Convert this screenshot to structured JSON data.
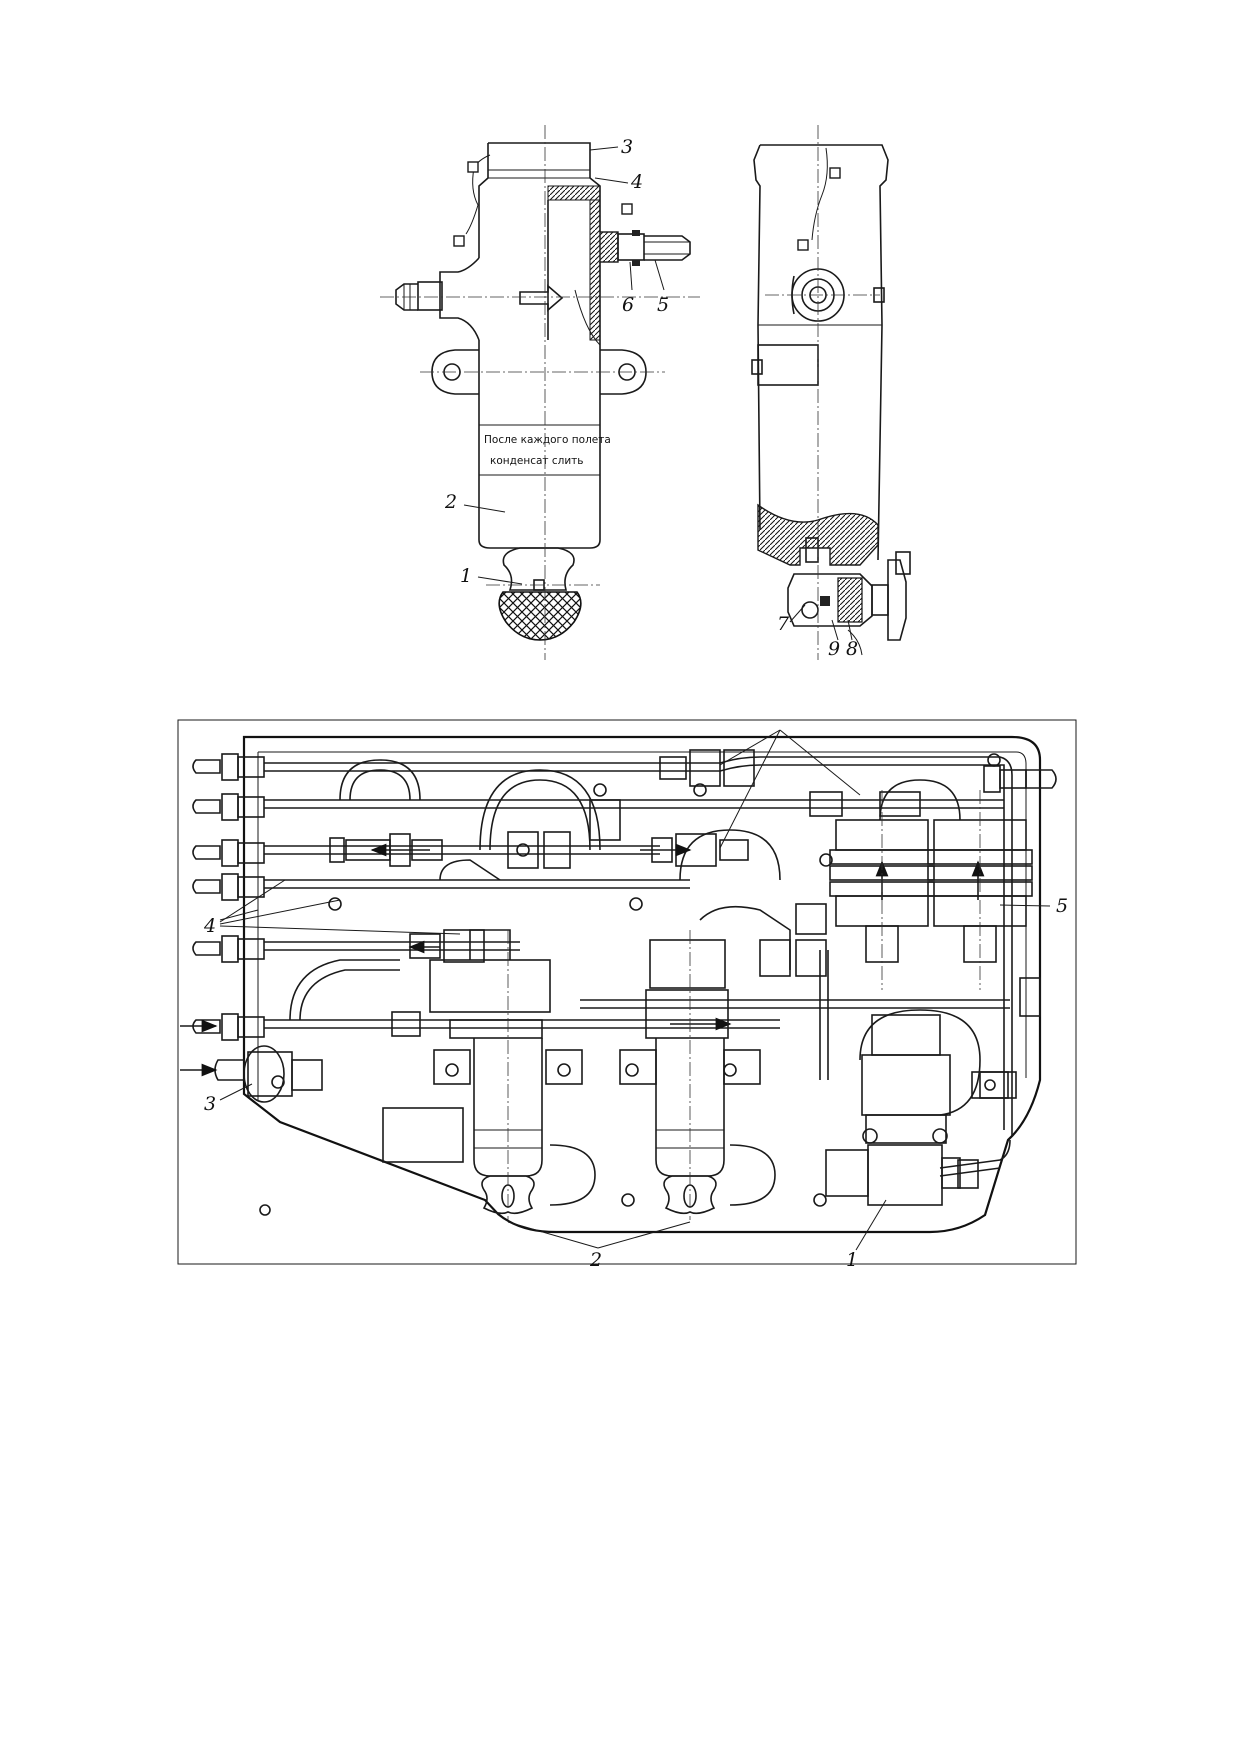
{
  "figure_top": {
    "plate_text": [
      "После каждого полета",
      "конденсат слить"
    ],
    "callouts": [
      "3",
      "4",
      "6",
      "5",
      "2",
      "1",
      "7",
      "9",
      "8"
    ]
  },
  "figure_bottom": {
    "callouts": [
      "4",
      "5",
      "3",
      "2",
      "1"
    ]
  }
}
